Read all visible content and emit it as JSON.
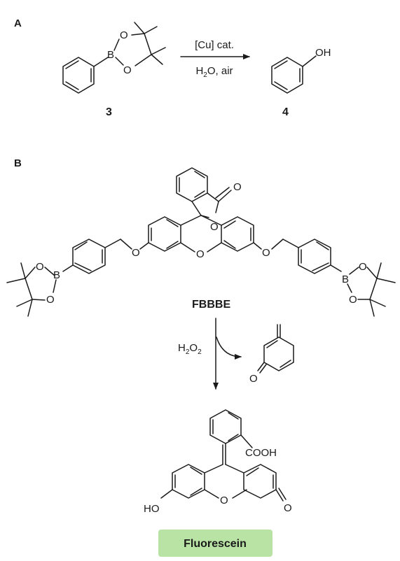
{
  "panel_a": {
    "label": "A",
    "catalyst": "[Cu] cat.",
    "conditions_prefix": "H",
    "conditions_sub": "2",
    "conditions_suffix": "O, air",
    "reactant_id": "3",
    "product_id": "4"
  },
  "panel_b": {
    "label": "B",
    "reactant_name": "FBBBE",
    "reagent_prefix": "H",
    "reagent_sub1": "2",
    "reagent_mid": "O",
    "reagent_sub2": "2",
    "product_name": "Fluorescein"
  },
  "atoms": {
    "oxygen": "O",
    "boron": "B",
    "hydroxyl": "OH",
    "hydroxyl_left": "HO",
    "carboxyl": "COOH"
  },
  "colors": {
    "ink": "#1a1a1a",
    "badge_fill": "#b9e3a4"
  }
}
